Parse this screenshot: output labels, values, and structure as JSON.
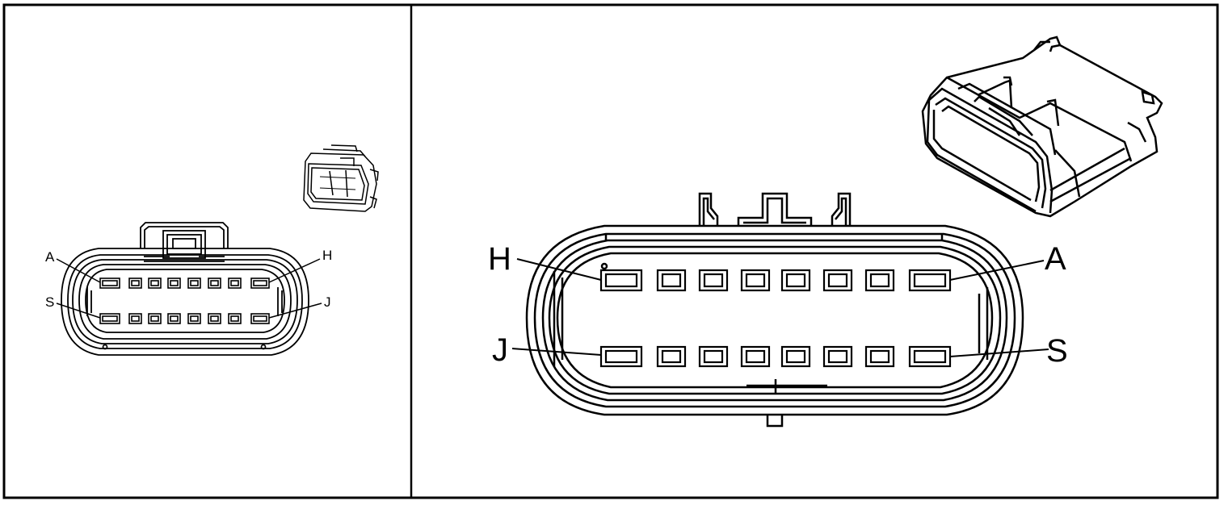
{
  "left_panel": {
    "labels": {
      "top_left": "A",
      "top_right": "H",
      "bottom_left": "S",
      "bottom_right": "J"
    }
  },
  "right_panel": {
    "labels": {
      "top_left": "H",
      "top_right": "A",
      "bottom_left": "J",
      "bottom_right": "S"
    }
  },
  "colors": {
    "line": "#000000",
    "background": "#ffffff"
  },
  "connector": {
    "pins_per_row": 8,
    "rows": 2
  }
}
